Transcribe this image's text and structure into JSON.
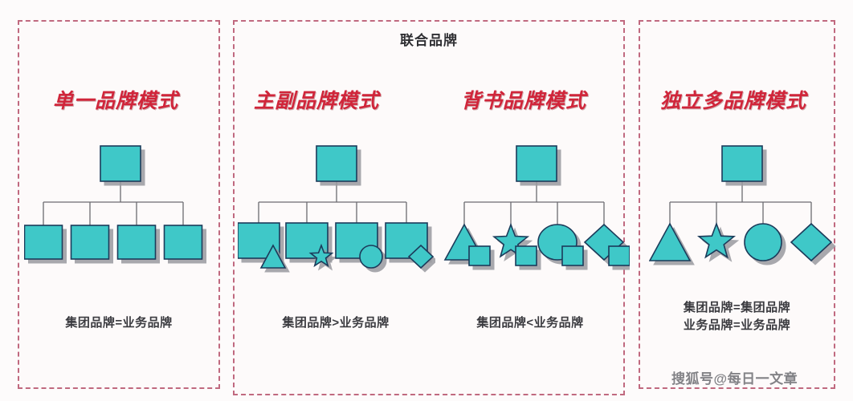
{
  "diagram": {
    "joint_group_caption": "联合品牌",
    "watermark": "搜狐号@每日一文章",
    "colors": {
      "shape_fill": "#3fc8c8",
      "shape_stroke": "#1c3b5a",
      "shape_shadow": "#9a9aa0",
      "panel_border": "#c0697f",
      "title_red": "#d0253a",
      "formula_gray": "#3a3a3f",
      "connector": "#6b6b70"
    },
    "panels": [
      {
        "id": "single",
        "title": "单一品牌模式",
        "formula": "集团品牌=业务品牌",
        "root": {
          "shape": "rectangle"
        },
        "children": [
          {
            "primary": "rectangle",
            "secondary": null
          },
          {
            "primary": "rectangle",
            "secondary": null
          },
          {
            "primary": "rectangle",
            "secondary": null
          },
          {
            "primary": "rectangle",
            "secondary": null
          }
        ]
      },
      {
        "id": "sub",
        "title": "主副品牌模式",
        "formula": "集团品牌>业务品牌",
        "root": {
          "shape": "rectangle"
        },
        "children": [
          {
            "primary": "rectangle",
            "secondary": "triangle"
          },
          {
            "primary": "rectangle",
            "secondary": "star"
          },
          {
            "primary": "rectangle",
            "secondary": "circle"
          },
          {
            "primary": "rectangle",
            "secondary": "diamond"
          }
        ]
      },
      {
        "id": "endorsement",
        "title": "背书品牌模式",
        "formula": "集团品牌<业务品牌",
        "root": {
          "shape": "rectangle"
        },
        "children": [
          {
            "primary": "triangle",
            "secondary": "rectangle"
          },
          {
            "primary": "star",
            "secondary": "rectangle"
          },
          {
            "primary": "ellipse",
            "secondary": "rectangle"
          },
          {
            "primary": "diamond",
            "secondary": "rectangle"
          }
        ]
      },
      {
        "id": "multi",
        "title": "独立多品牌模式",
        "formula": "集团品牌=集团品牌\n业务品牌=业务品牌",
        "formula_line1": "集团品牌=集团品牌",
        "formula_line2": "业务品牌=业务品牌",
        "root": {
          "shape": "rectangle"
        },
        "children": [
          {
            "primary": "triangle",
            "secondary": null
          },
          {
            "primary": "star",
            "secondary": null
          },
          {
            "primary": "circle",
            "secondary": null
          },
          {
            "primary": "diamond",
            "secondary": null
          }
        ]
      }
    ]
  }
}
